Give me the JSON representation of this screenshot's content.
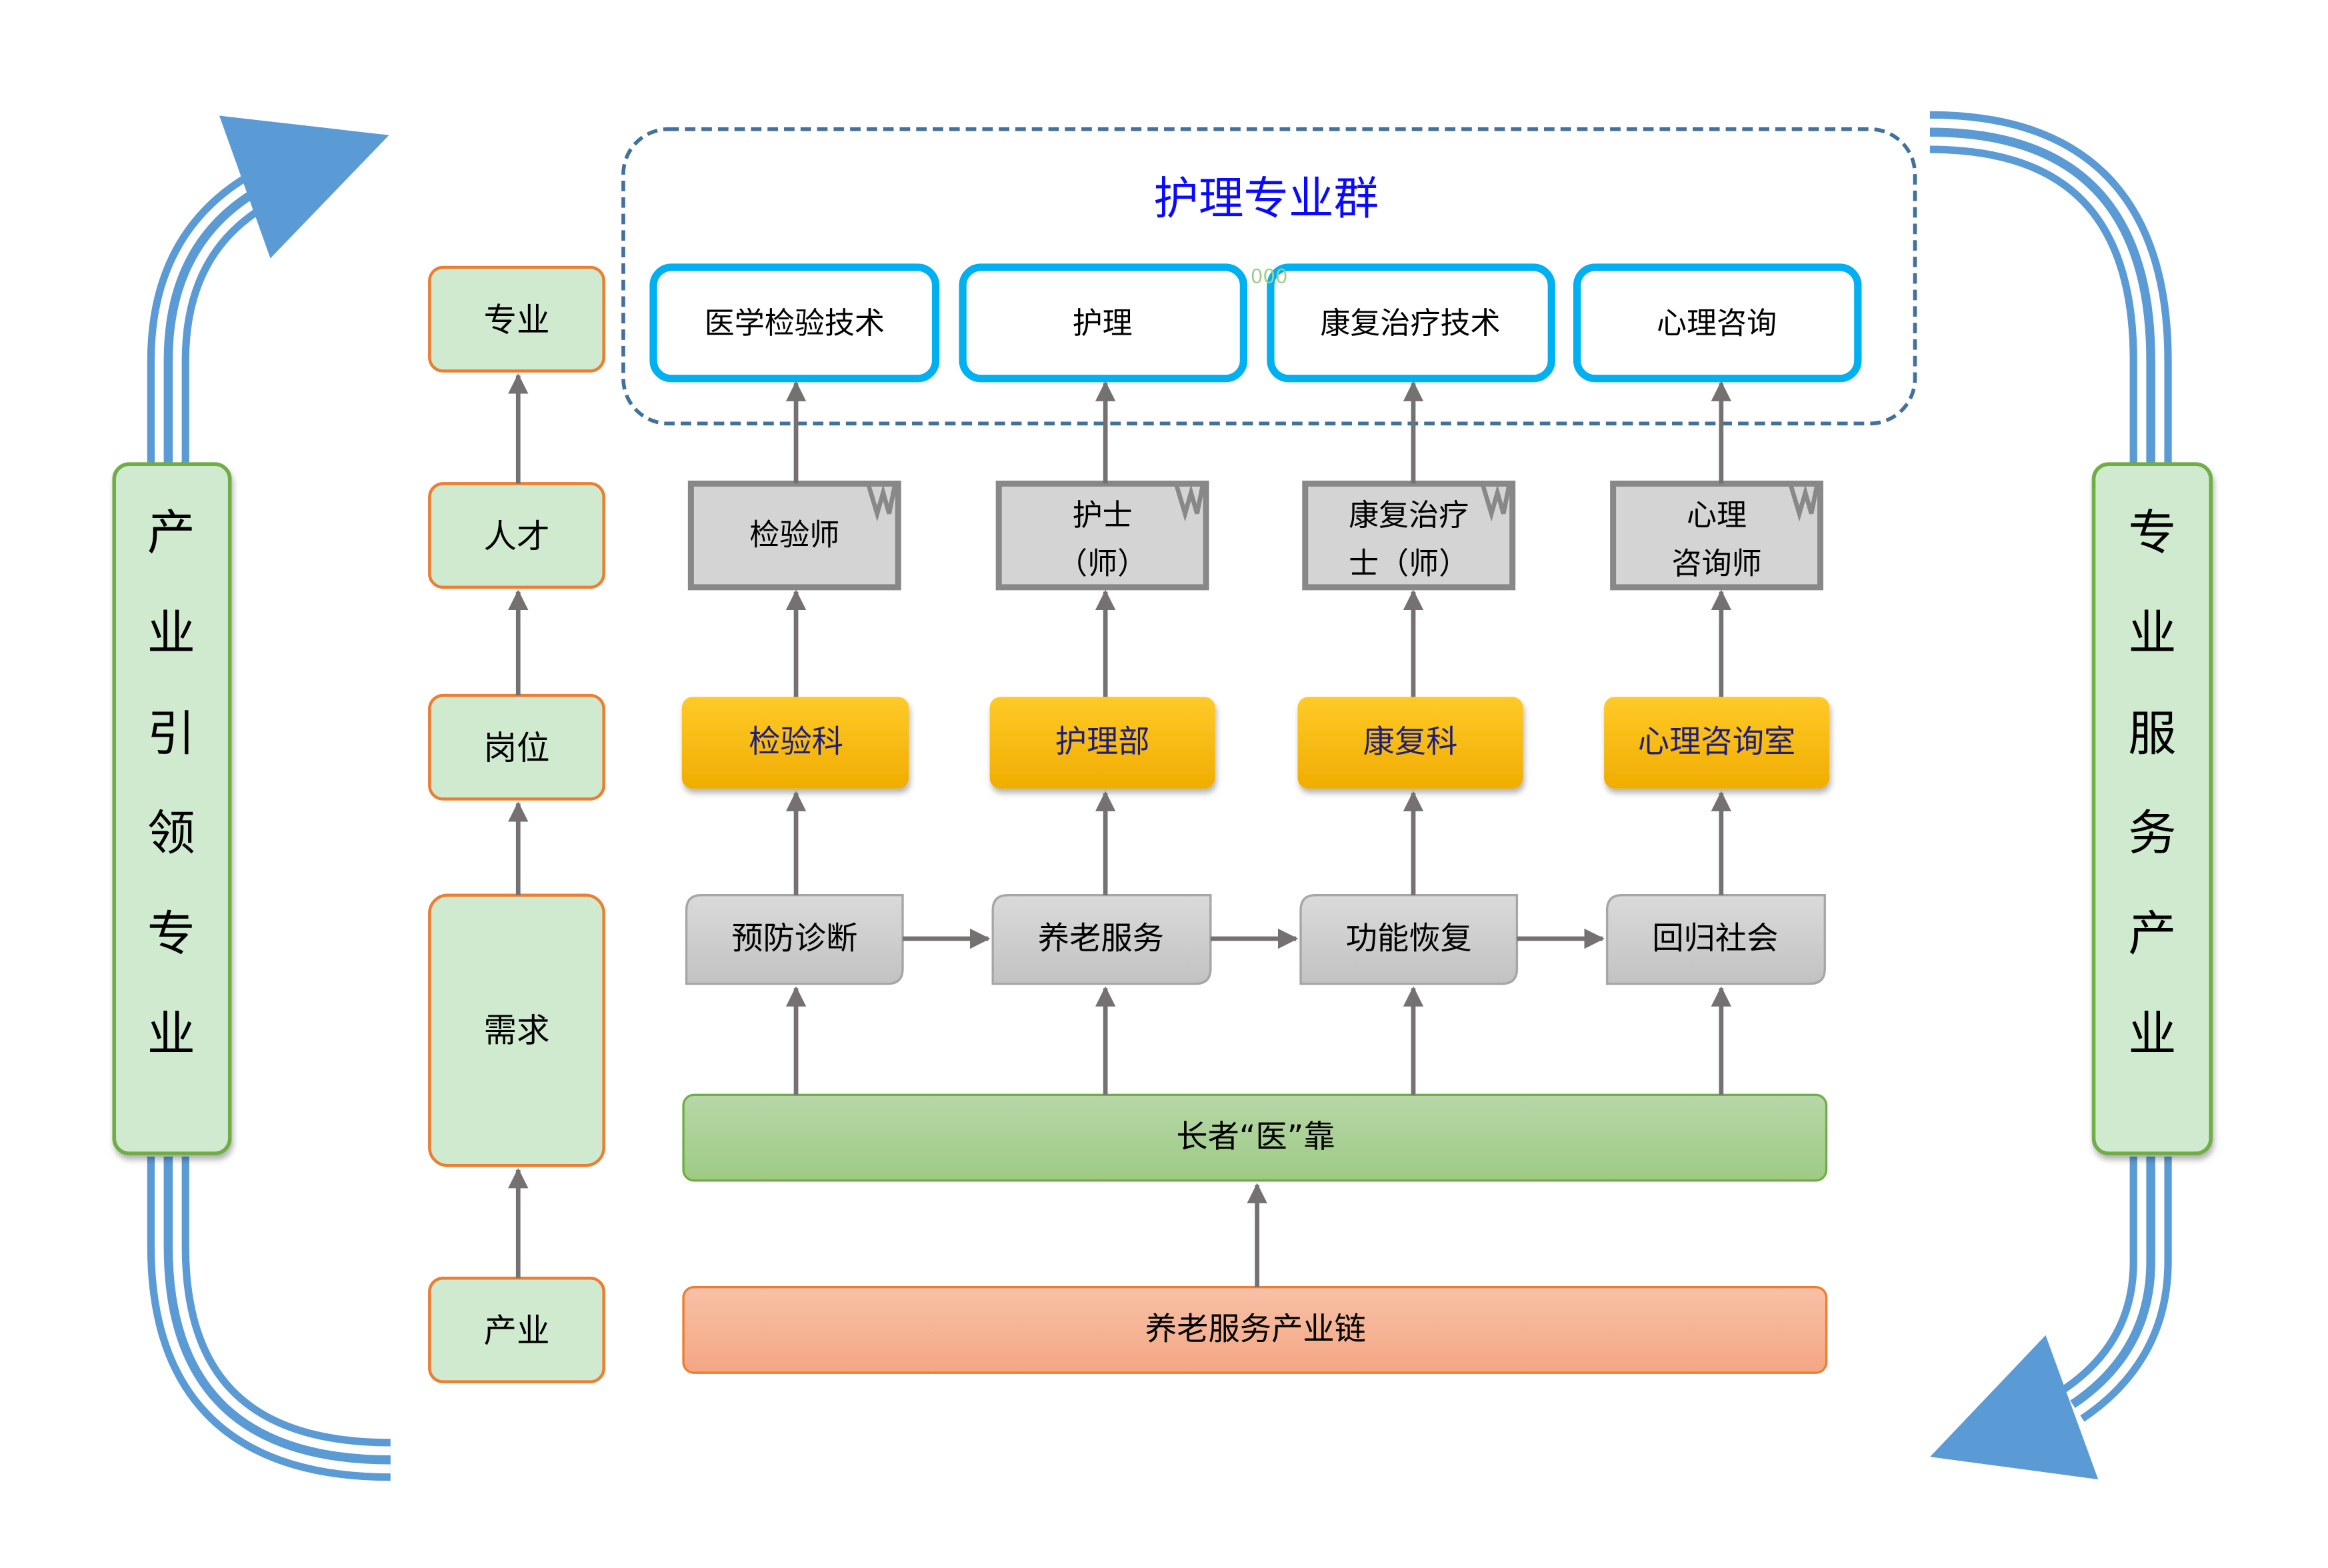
{
  "title": "护理专业群",
  "artifact_text": "000",
  "majors": [
    "医学检验技术",
    "护理",
    "康复治疗技术",
    "心理咨询"
  ],
  "talents": [
    {
      "line1": "检验师",
      "line2": ""
    },
    {
      "line1": "护士",
      "line2": "（师）"
    },
    {
      "line1": "康复治疗",
      "line2": "士（师）"
    },
    {
      "line1": "心理",
      "line2": "咨询师"
    }
  ],
  "departments": [
    "检验科",
    "护理部",
    "康复科",
    "心理咨询室"
  ],
  "services": [
    "预防诊断",
    "养老服务",
    "功能恢复",
    "回归社会"
  ],
  "elder_bar": "长者“医”靠",
  "industry_bar": "养老服务产业链",
  "levels": [
    "专业",
    "人才",
    "岗位",
    "需求",
    "产业"
  ],
  "left_banner": [
    "产",
    "业",
    "引",
    "领",
    "专",
    "业"
  ],
  "right_banner": [
    "专",
    "业",
    "服",
    "务",
    "产",
    "业"
  ],
  "colors": {
    "title": "#0a0aff",
    "major_border": "#00b0f0",
    "dashed_border": "#41719c",
    "department": "#ffc000",
    "department_text": "#1f1f7a",
    "elder_bar": "#a9d18e",
    "industry_bar": "#f4b183",
    "level_fill": "#d0ead0",
    "level_border": "#ed7d31",
    "banner_border": "#70ad47",
    "cycle_arrow": "#5b9bd5",
    "connector": "#767171"
  }
}
